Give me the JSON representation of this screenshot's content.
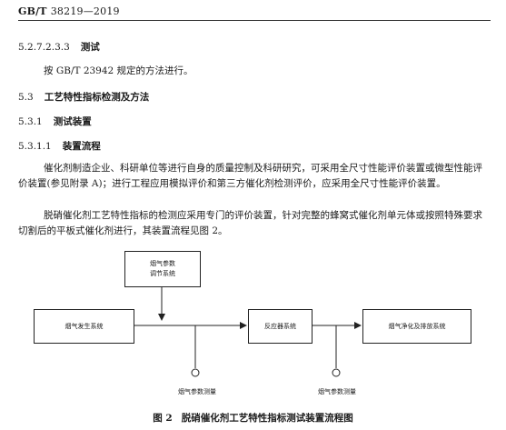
{
  "header": {
    "std_prefix": "GB/T",
    "std_number": "38219—2019"
  },
  "sections": [
    {
      "num": "5.2.7.2.3.3",
      "title": "测试"
    },
    {
      "num": "5.3",
      "title": "工艺特性指标检测及方法"
    },
    {
      "num": "5.3.1",
      "title": "测试装置"
    },
    {
      "num": "5.3.1.1",
      "title": "装置流程"
    }
  ],
  "paragraphs": {
    "p1": "按 GB/T 23942 规定的方法进行。",
    "p2": "催化剂制造企业、科研单位等进行自身的质量控制及科研研究，可采用全尺寸性能评价装置或微型性能评价装置(参见附录 A)；进行工程应用模拟评价和第三方催化剂检测评价，应采用全尺寸性能评价装置。",
    "p3": "脱硝催化剂工艺特性指标的检测应采用专门的评价装置，针对完整的蜂窝式催化剂单元体或按照特殊要求切割后的平板式催化剂进行，其装置流程见图 2。"
  },
  "diagram": {
    "box_adjust_line1": "烟气参数",
    "box_adjust_line2": "调节系统",
    "box_generator": "烟气发生系统",
    "box_reactor": "反应器系统",
    "box_purify": "烟气净化及排放系统",
    "meas_left": "烟气参数测量",
    "meas_right": "烟气参数测量"
  },
  "figure": {
    "number": "图 2",
    "caption": "脱硝催化剂工艺特性指标测试装置流程图"
  }
}
